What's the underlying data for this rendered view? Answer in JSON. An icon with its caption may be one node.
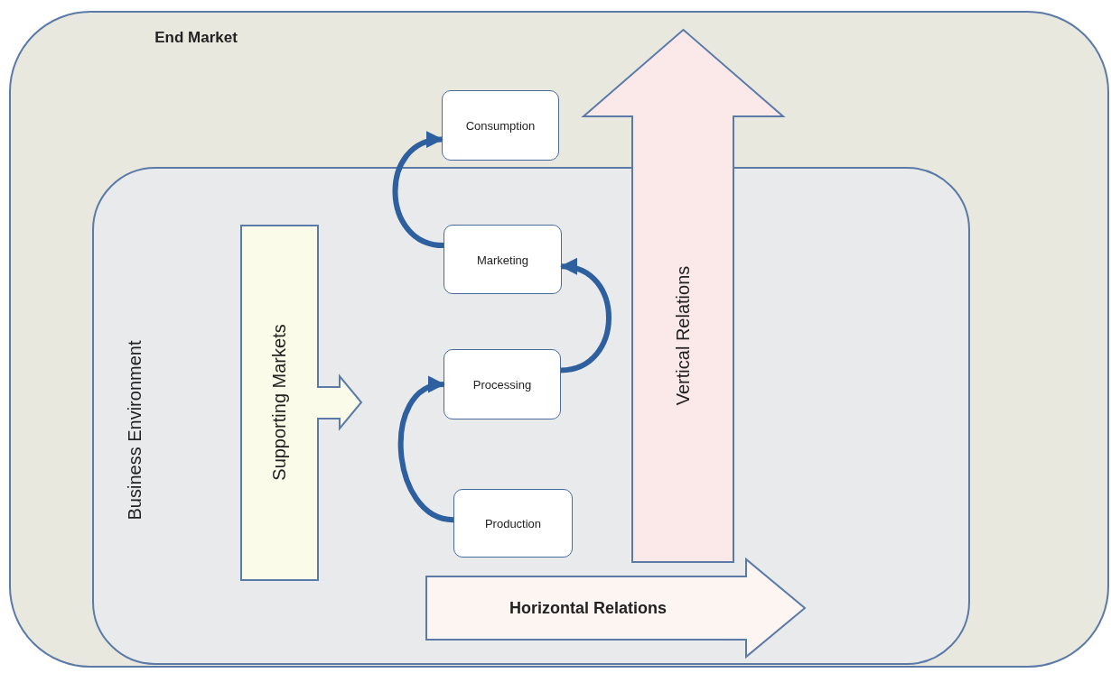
{
  "diagram": {
    "nodes": [
      {
        "text": [
          "End Market"
        ]
      },
      {
        "text": [
          "Consumption"
        ],
        "in": 0
      },
      {
        "text": [
          "Vertical Relations"
        ],
        "in": 0
      },
      {
        "text": [
          "Business Environment"
        ],
        "in": 0
      },
      {
        "text": [
          "Supporting Markets"
        ],
        "in": 3
      },
      {
        "text": [
          "Marketing"
        ],
        "in": 3
      },
      {
        "text": [
          "Processing"
        ],
        "in": 3
      },
      {
        "text": [
          "Production"
        ],
        "in": 3
      },
      {
        "text": [
          "Horizontal Relations"
        ],
        "in": 3
      }
    ],
    "edges": [
      {
        "from": 7,
        "to": 6,
        "arrow": "to"
      },
      {
        "from": 6,
        "to": 5,
        "arrow": "to"
      },
      {
        "from": 5,
        "to": 1,
        "arrow": "to"
      }
    ]
  }
}
